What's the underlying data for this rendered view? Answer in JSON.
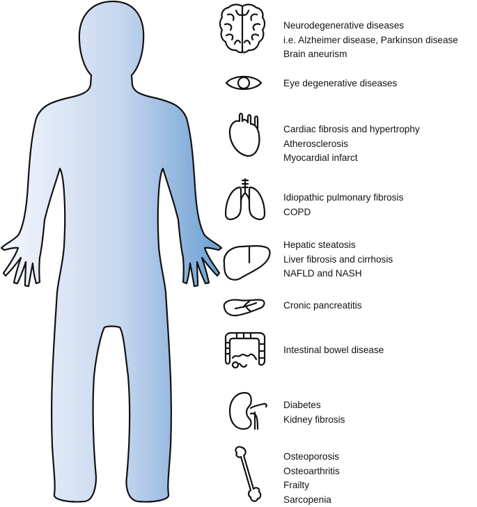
{
  "colors": {
    "body_light": "#f4f6fc",
    "body_mid": "#c5d6ef",
    "body_dark": "#6a9fd2",
    "outline": "#111111"
  },
  "organs": [
    {
      "icon": "brain-icon",
      "lines": [
        "Neurodegenerative diseases",
        "i.e. Alzheimer disease, Parkinson disease",
        "Brain aneurism"
      ]
    },
    {
      "icon": "eye-icon",
      "lines": [
        "Eye degenerative diseases"
      ]
    },
    {
      "icon": "heart-icon",
      "lines": [
        "Cardiac fibrosis and hypertrophy",
        "Atherosclerosis",
        "Myocardial infarct"
      ]
    },
    {
      "icon": "lungs-icon",
      "lines": [
        "Idiopathic pulmonary fibrosis",
        "COPD"
      ]
    },
    {
      "icon": "liver-icon",
      "lines": [
        "Hepatic steatosis",
        "Liver fibrosis and cirrhosis",
        "NAFLD and NASH"
      ]
    },
    {
      "icon": "pancreas-icon",
      "lines": [
        "Cronic pancreatitis"
      ]
    },
    {
      "icon": "intestine-icon",
      "lines": [
        "Intestinal bowel disease"
      ]
    },
    {
      "icon": "kidney-icon",
      "lines": [
        "Diabetes",
        "Kidney fibrosis"
      ]
    },
    {
      "icon": "bone-icon",
      "lines": [
        "Osteoporosis",
        "Osteoarthritis",
        "Frailty",
        "Sarcopenia"
      ]
    }
  ]
}
